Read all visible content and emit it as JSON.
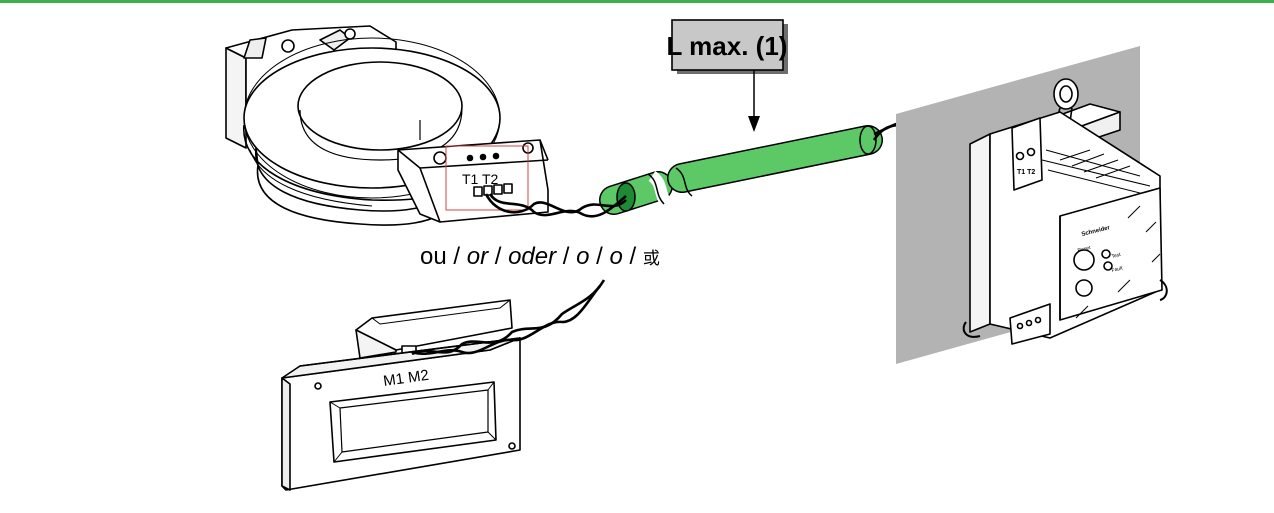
{
  "callout": {
    "label": "L max. (1)"
  },
  "toroid": {
    "terminal_label": "T1 T2"
  },
  "rect_ct": {
    "terminal_label": "M1 M2"
  },
  "relay": {
    "terminal_label": "T1 T2",
    "brand_text": "Schneider",
    "reset_label": "Reset",
    "test_label": "Test",
    "fault_label": "Fault"
  },
  "alternatives": {
    "ou": "ou",
    "or": "or",
    "oder": "oder",
    "o_it": "o",
    "o_es": "o",
    "cn": "或"
  },
  "colors": {
    "accent_line": "#3cb04a",
    "cable_green": "#5cc866",
    "cable_dark": "#1f8a34",
    "callout_fill": "#c8c8c8",
    "panel_gray": "#b3b3b3",
    "highlight_box": "#d04040"
  }
}
